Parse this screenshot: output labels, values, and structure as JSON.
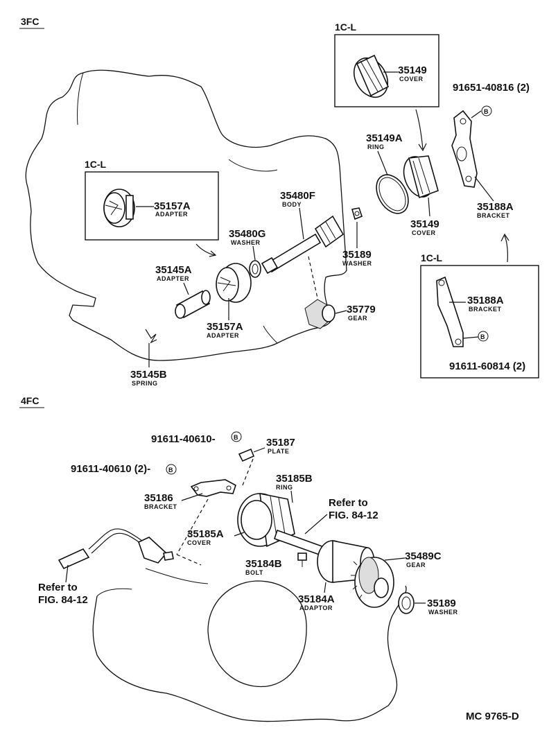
{
  "sections": {
    "top": "3FC",
    "bottom": "4FC"
  },
  "inset_labels": {
    "adapter_box": "1C-L",
    "cover_box": "1C-L",
    "bracket_box": "1C-L"
  },
  "parts": {
    "p35157A_box": {
      "number": "35157A",
      "name": "ADAPTER"
    },
    "p35480F": {
      "number": "35480F",
      "name": "BODY"
    },
    "p35480G": {
      "number": "35480G",
      "name": "WASHER"
    },
    "p35145A": {
      "number": "35145A",
      "name": "ADAPTER"
    },
    "p35157A": {
      "number": "35157A",
      "name": "ADAPTER"
    },
    "p35145B": {
      "number": "35145B",
      "name": "SPRING"
    },
    "p35189_top": {
      "number": "35189",
      "name": "WASHER"
    },
    "p35779": {
      "number": "35779",
      "name": "GEAR"
    },
    "p35149_box": {
      "number": "35149",
      "name": "COVER"
    },
    "p35149A": {
      "number": "35149A",
      "name": "RING"
    },
    "p35149": {
      "number": "35149",
      "name": "COVER"
    },
    "p91651": {
      "number": "91651-40816 (2)"
    },
    "p35188A": {
      "number": "35188A",
      "name": "BRACKET"
    },
    "p35188A_box": {
      "number": "35188A",
      "name": "BRACKET"
    },
    "p91611_60814": {
      "number": "91611-60814 (2)"
    },
    "p91611_40610a": {
      "number": "91611-40610-"
    },
    "p91611_40610b": {
      "number": "91611-40610 (2)-"
    },
    "p35187": {
      "number": "35187",
      "name": "PLATE"
    },
    "p35185B": {
      "number": "35185B",
      "name": "RING"
    },
    "p35186": {
      "number": "35186",
      "name": "BRACKET"
    },
    "p35185A": {
      "number": "35185A",
      "name": "COVER"
    },
    "p35184B": {
      "number": "35184B",
      "name": "BOLT"
    },
    "p35184A": {
      "number": "35184A",
      "name": "ADAPTOR"
    },
    "p35489C": {
      "number": "35489C",
      "name": "GEAR"
    },
    "p35189_bottom": {
      "number": "35189",
      "name": "WASHER"
    }
  },
  "bolt_marker": "B",
  "refer_left": {
    "line1": "Refer to",
    "line2": "FIG. 84-12"
  },
  "refer_right": {
    "line1": "Refer to",
    "line2": "FIG. 84-12"
  },
  "diagram_code": "MC 9765-D"
}
